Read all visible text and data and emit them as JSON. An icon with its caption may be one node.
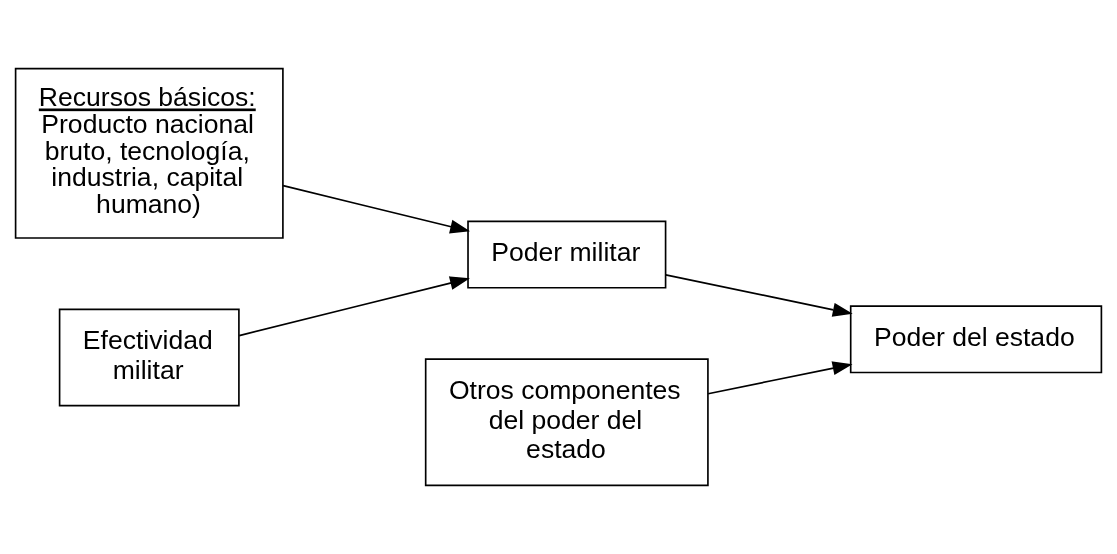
{
  "diagram": {
    "nodes": [
      {
        "text": [
          "Recursos básicos:",
          "Producto nacional bruto, tecnología, industria, capital humano)"
        ]
      },
      {
        "text": [
          "Poder militar"
        ]
      },
      {
        "text": [
          "Poder del estado"
        ]
      },
      {
        "text": [
          "Efectividad militar"
        ]
      },
      {
        "text": [
          "Otros componentes del poder del estado"
        ]
      }
    ],
    "edges": [
      {
        "from": 0,
        "to": 1,
        "arrow": "to"
      },
      {
        "from": 3,
        "to": 1,
        "arrow": "to"
      },
      {
        "from": 1,
        "to": 2,
        "arrow": "to"
      },
      {
        "from": 4,
        "to": 2,
        "arrow": "to"
      }
    ]
  }
}
